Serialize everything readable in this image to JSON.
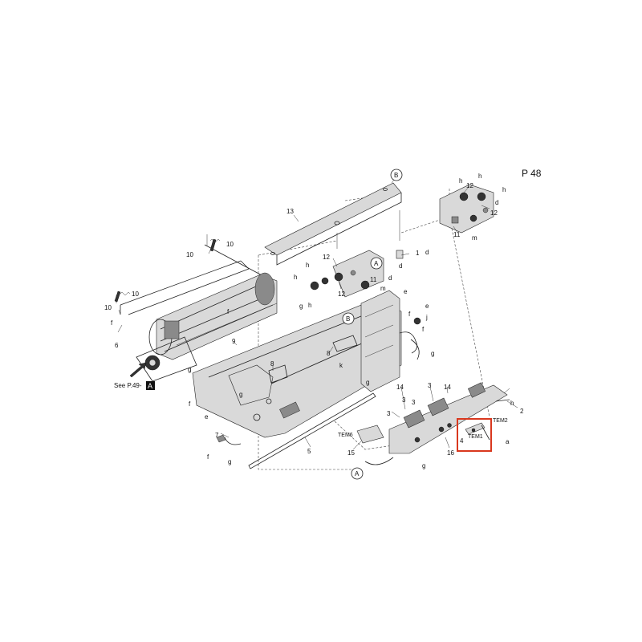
{
  "page_label": "P 48",
  "see_ref": {
    "text": "See P.49-",
    "box_letter": "A"
  },
  "highlight_color": "#d9381e",
  "circle_refs": {
    "b_top": "B",
    "a_upper": "A",
    "b_mid": "B",
    "a_lower": "A"
  },
  "callouts": {
    "c13": "13",
    "c12a": "12",
    "c12b": "12",
    "c12c": "12",
    "c12d": "12",
    "c11a": "11",
    "c11b": "11",
    "c1": "1",
    "c10a": "10",
    "c10b": "10",
    "c10c": "10",
    "c10d": "10",
    "c6": "6",
    "c9": "9",
    "c8a": "8",
    "c8b": "8",
    "c5": "5",
    "c7": "7",
    "c15": "15",
    "c16": "16",
    "c14a": "14",
    "c14b": "14",
    "c3a": "3",
    "c3b": "3",
    "c3c": "3",
    "c3d": "3",
    "c2": "2",
    "c4": "4",
    "tem1": "TEM1",
    "tem2": "TEM2",
    "tem6": "TEM6",
    "h1": "h",
    "h2": "h",
    "h3": "h",
    "h4": "h",
    "h5": "h",
    "h6": "h",
    "h7": "h",
    "d1": "d",
    "d2": "d",
    "d3": "d",
    "d4": "d",
    "m1": "m",
    "m2": "m",
    "g1": "g",
    "g2": "g",
    "g3": "g",
    "g4": "g",
    "g5": "g",
    "g6": "g",
    "g7": "g",
    "f1": "f",
    "f2": "f",
    "f3": "f",
    "f4": "f",
    "f5": "f",
    "f6": "f",
    "e1": "e",
    "e2": "e",
    "e3": "e",
    "j1": "j",
    "k1": "k",
    "a1": "a"
  }
}
